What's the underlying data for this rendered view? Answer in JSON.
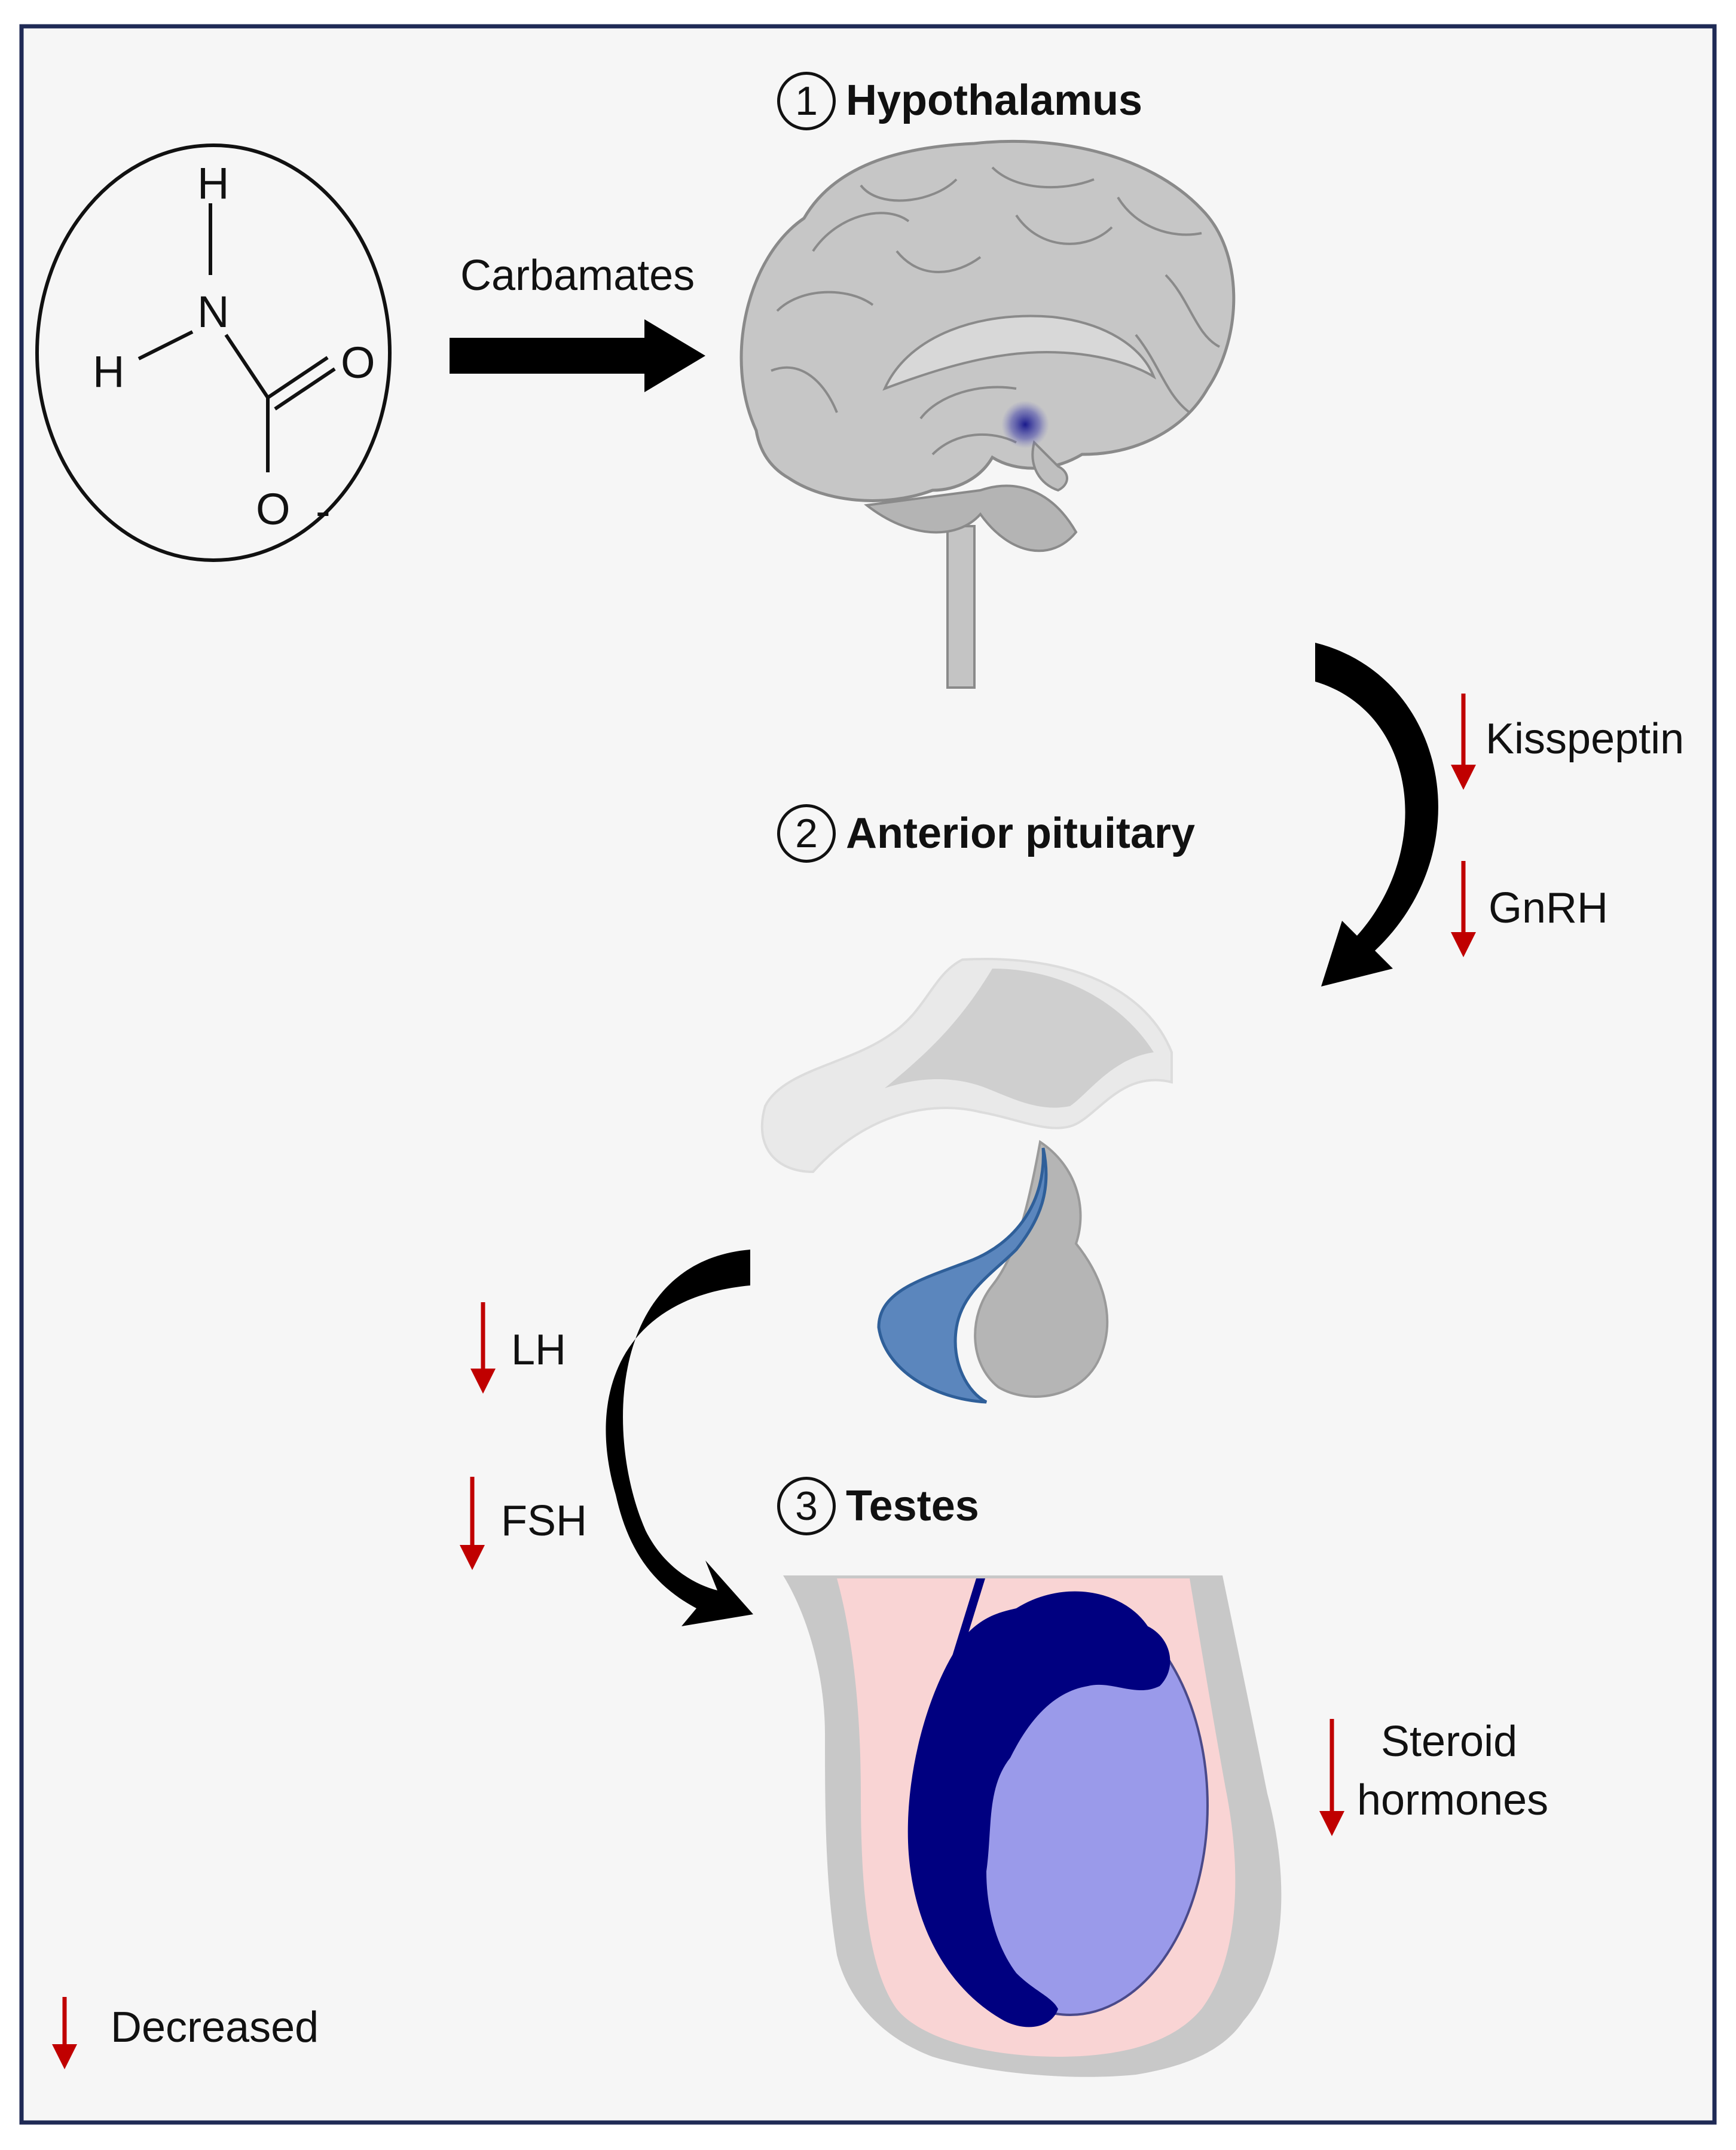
{
  "molecule": {
    "atoms": {
      "h_top": "H",
      "h_left": "H",
      "n": "N",
      "o_double": "O",
      "o_single": "O",
      "charge": "-"
    }
  },
  "exposure": {
    "label": "Carbamates"
  },
  "steps": [
    {
      "number": "1",
      "title": "Hypothalamus"
    },
    {
      "number": "2",
      "title": "Anterior pituitary"
    },
    {
      "number": "3",
      "title": "Testes"
    }
  ],
  "hormones": {
    "kisspeptin": "Kisspeptin",
    "gnrh": "GnRH",
    "lh": "LH",
    "fsh": "FSH",
    "steroid_line1": "Steroid",
    "steroid_line2": "hormones"
  },
  "legend": {
    "label": "Decreased"
  },
  "colors": {
    "background": "#f6f6f6",
    "frame": "#1f2a55",
    "decrease_arrow": "#c00000",
    "hypothalamus_spot": "#1a1a8c",
    "pituitary_anterior": "#5b86bd",
    "epididymis": "#000080",
    "testis": "#9a9aea",
    "tunica": "#f9d4d4",
    "scrotum": "#c8c8c8"
  }
}
